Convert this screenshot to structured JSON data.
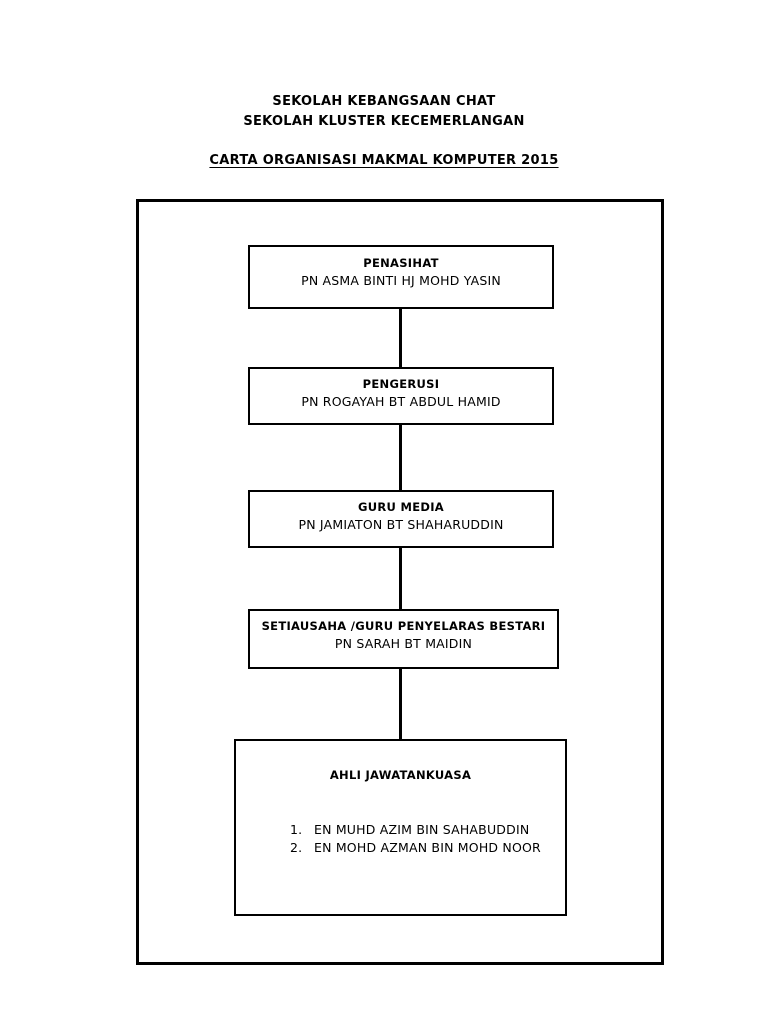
{
  "header": {
    "school_name": "SEKOLAH KEBANGSAAN CHAT",
    "school_tagline": "SEKOLAH KLUSTER KECEMERLANGAN",
    "chart_title": "CARTA ORGANISASI  MAKMAL KOMPUTER 2015"
  },
  "org": {
    "penasihat": {
      "role": "PENASIHAT",
      "name": "PN ASMA BINTI HJ MOHD YASIN"
    },
    "pengerusi": {
      "role": "PENGERUSI",
      "name": "PN ROGAYAH BT ABDUL HAMID"
    },
    "guru_media": {
      "role": "GURU MEDIA",
      "name": "PN JAMIATON BT SHAHARUDDIN"
    },
    "setiausaha": {
      "role": "SETIAUSAHA /GURU PENYELARAS BESTARI",
      "name": "PN SARAH BT MAIDIN"
    },
    "ahli": {
      "role": "AHLI JAWATANKUASA",
      "members": [
        {
          "num": "1.",
          "name": "EN MUHD AZIM BIN SAHABUDDIN"
        },
        {
          "num": "2.",
          "name": "EN MOHD AZMAN BIN MOHD NOOR"
        }
      ]
    }
  }
}
